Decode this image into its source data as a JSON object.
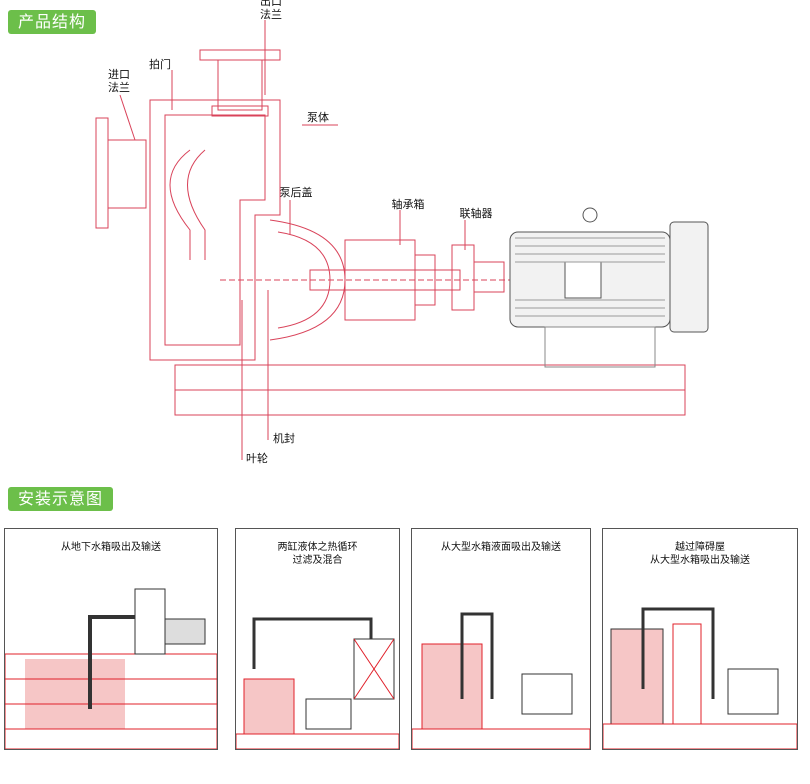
{
  "sections": {
    "structure_title": "产品结构",
    "install_title": "安装示意图"
  },
  "structure_labels": {
    "outlet_flange": "出口\n法兰",
    "inlet_flange": "进口\n法兰",
    "flap_valve": "拍门",
    "pump_body": "泵体",
    "rear_cover": "泵后盖",
    "bearing_box": "轴承箱",
    "coupling": "联轴器",
    "mech_seal": "机封",
    "impeller": "叶轮"
  },
  "install_panels": [
    {
      "title": "从地下水箱吸出及输送"
    },
    {
      "title": "两缸液体之热循环\n过滤及混合"
    },
    {
      "title": "从大型水箱液面吸出及输送"
    },
    {
      "title": "越过障碍屋\n从大型水箱吸出及输送"
    }
  ],
  "colors": {
    "accent": "#6cbf4a",
    "red": "#e0202a",
    "line": "#c0392b"
  }
}
